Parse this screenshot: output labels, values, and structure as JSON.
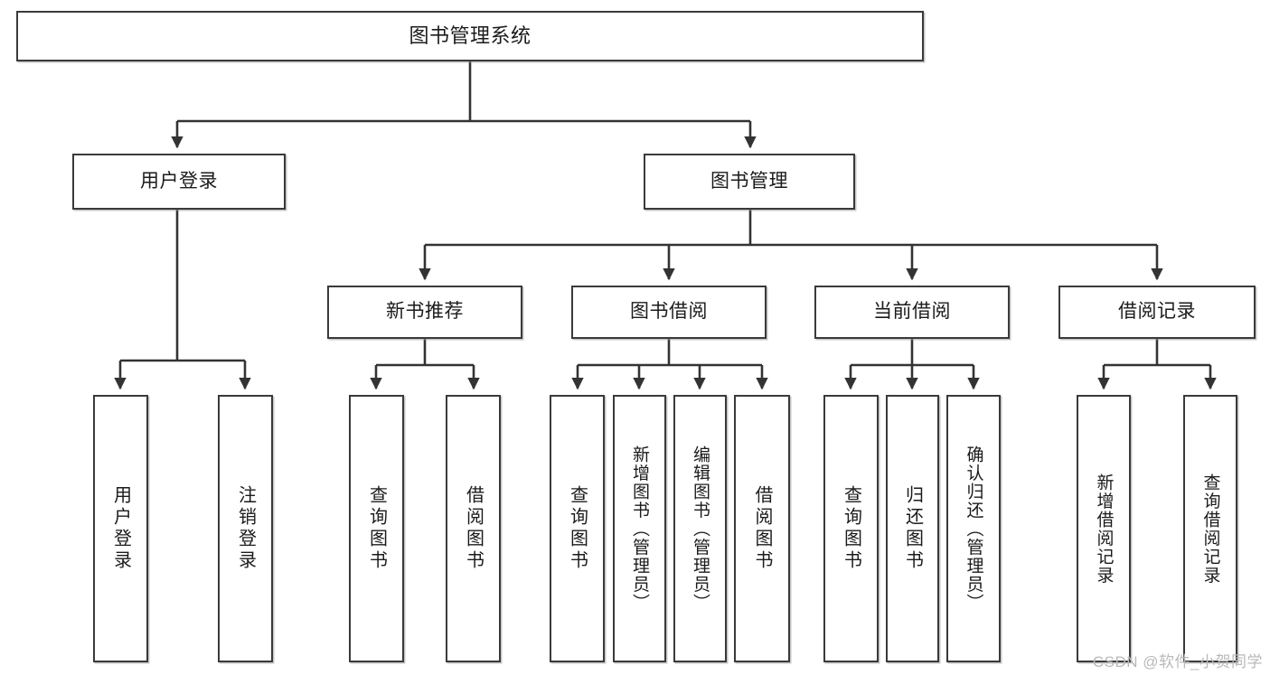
{
  "diagram": {
    "title": "图书管理系统",
    "type": "tree-hierarchy-chart",
    "watermark": "CSDN @软件_小贺同学",
    "colors": {
      "box_border": "#3a3a3a",
      "box_fill": "#ffffff",
      "connector": "#333333",
      "text": "#1b1b1b",
      "watermark": "#b9b9b9"
    },
    "levels": {
      "level1": [
        {
          "id": "root",
          "label": "图书管理系统"
        }
      ],
      "level2": [
        {
          "id": "user-login",
          "label": "用户登录"
        },
        {
          "id": "book-manage",
          "label": "图书管理"
        }
      ],
      "level3": [
        {
          "id": "new-book-rec",
          "label": "新书推荐"
        },
        {
          "id": "book-borrow",
          "label": "图书借阅"
        },
        {
          "id": "current-borrow",
          "label": "当前借阅"
        },
        {
          "id": "borrow-record",
          "label": "借阅记录"
        }
      ],
      "level4": [
        {
          "id": "leaf-user-login",
          "label": "用户登录",
          "parent": "user-login"
        },
        {
          "id": "leaf-user-logout",
          "label": "注销登录",
          "parent": "user-login"
        },
        {
          "id": "leaf-query-book-1",
          "label": "查询图书",
          "parent": "new-book-rec"
        },
        {
          "id": "leaf-borrow-book-1",
          "label": "借阅图书",
          "parent": "new-book-rec"
        },
        {
          "id": "leaf-query-book-2",
          "label": "查询图书",
          "parent": "book-borrow"
        },
        {
          "id": "leaf-add-book",
          "label": "新增图书（管理员）",
          "parent": "book-borrow"
        },
        {
          "id": "leaf-edit-book",
          "label": "编辑图书（管理员）",
          "parent": "book-borrow"
        },
        {
          "id": "leaf-borrow-book-2",
          "label": "借阅图书",
          "parent": "book-borrow"
        },
        {
          "id": "leaf-query-book-3",
          "label": "查询图书",
          "parent": "current-borrow"
        },
        {
          "id": "leaf-return-book",
          "label": "归还图书",
          "parent": "current-borrow"
        },
        {
          "id": "leaf-confirm-return",
          "label": "确认归还（管理员）",
          "parent": "current-borrow"
        },
        {
          "id": "leaf-add-record",
          "label": "新增借阅记录",
          "parent": "borrow-record"
        },
        {
          "id": "leaf-query-record",
          "label": "查询借阅记录",
          "parent": "borrow-record"
        }
      ]
    }
  }
}
